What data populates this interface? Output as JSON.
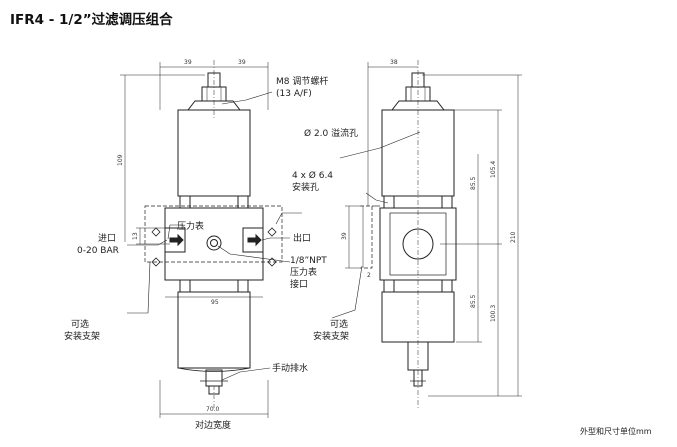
{
  "title": "IFR4 - 1/2”过滤调压组合",
  "unit_note": "外型和尺寸单位mm",
  "callouts": {
    "adjust_screw_1": "M8 调节螺杆",
    "adjust_screw_2": "(13 A/F)",
    "overflow_hole": "Ø 2.0 溢流孔",
    "mount_holes_1": "4 x Ø 6.4",
    "mount_holes_2": "安装孔",
    "gauge": "压力表",
    "inlet_1": "进口",
    "inlet_2": "0-20 BAR",
    "outlet": "出口",
    "gauge_port_1": "1/8”NPT",
    "gauge_port_2": "压力表",
    "gauge_port_3": "接口",
    "bracket_left_1": "可选",
    "bracket_left_2": "安装支架",
    "bracket_right_1": "可选",
    "bracket_right_2": "安装支架",
    "manual_drain": "手动排水",
    "across_flats": "对边宽度"
  },
  "dimensions": {
    "front_left_half": "39",
    "front_right_half": "39",
    "front_height_top": "109",
    "front_port_offset": "13",
    "front_body_width": "95",
    "front_across_flats": "70.0",
    "side_top": "38",
    "side_upper": "105.4",
    "side_mid": "85.5",
    "side_total": "210",
    "side_lower_a": "85.5",
    "side_lower_b": "100.3",
    "side_bracket": "39",
    "side_small": "2"
  }
}
